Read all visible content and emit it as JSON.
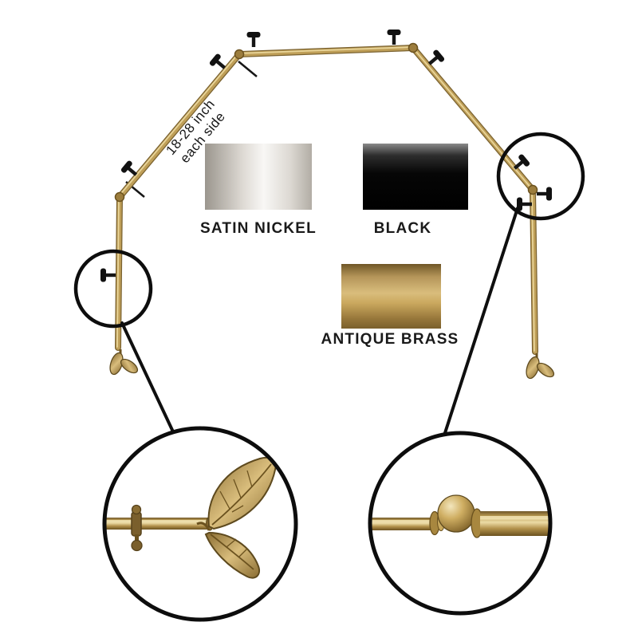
{
  "annotation": {
    "measurement_line1": "18-28 inch",
    "measurement_line2": "each side"
  },
  "swatches": [
    {
      "label": "SATIN NICKEL",
      "color": "#d8d5d0"
    },
    {
      "label": "BLACK",
      "color": "#0a0a0a"
    },
    {
      "label": "ANTIQUE BRASS",
      "color": "#b3914a"
    }
  ],
  "colors": {
    "rod_brass": "#b3924c",
    "rod_brass_highlight": "#ecd9a0",
    "rod_brass_shadow": "#7a6230",
    "outline_black": "#111111",
    "background": "#ffffff"
  }
}
